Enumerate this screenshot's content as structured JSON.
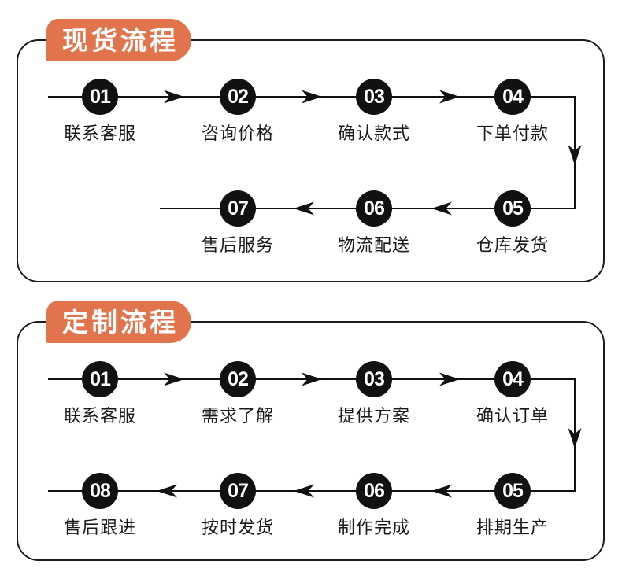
{
  "colors": {
    "accent_orange": "#E1744C",
    "step_circle": "#111111",
    "connector_line": "#111111",
    "badge_text": "#ffffff",
    "label_text": "#1a1a1a",
    "panel_border": "#1c1c1c",
    "background": "#ffffff"
  },
  "panels": [
    {
      "title": "现货流程",
      "steps": [
        {
          "num": "01",
          "label": "联系客服"
        },
        {
          "num": "02",
          "label": "咨询价格"
        },
        {
          "num": "03",
          "label": "确认款式"
        },
        {
          "num": "04",
          "label": "下单付款"
        },
        {
          "num": "05",
          "label": "仓库发货"
        },
        {
          "num": "06",
          "label": "物流配送"
        },
        {
          "num": "07",
          "label": "售后服务"
        }
      ]
    },
    {
      "title": "定制流程",
      "steps": [
        {
          "num": "01",
          "label": "联系客服"
        },
        {
          "num": "02",
          "label": "需求了解"
        },
        {
          "num": "03",
          "label": "提供方案"
        },
        {
          "num": "04",
          "label": "确认订单"
        },
        {
          "num": "05",
          "label": "排期生产"
        },
        {
          "num": "06",
          "label": "制作完成"
        },
        {
          "num": "07",
          "label": "按时发货"
        },
        {
          "num": "08",
          "label": "售后跟进"
        }
      ]
    }
  ]
}
